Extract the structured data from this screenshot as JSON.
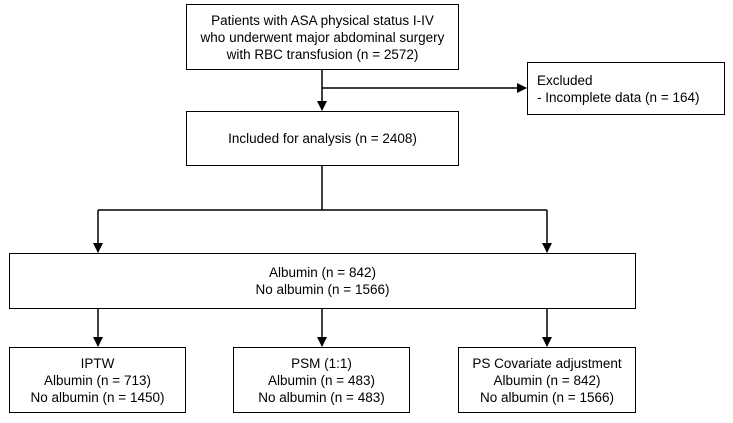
{
  "boxes": {
    "eligible": {
      "lines": [
        "Patients with ASA physical status I-IV",
        "who underwent major abdominal surgery",
        "with RBC transfusion (n = 2572)"
      ]
    },
    "excluded": {
      "lines": [
        "Excluded",
        "- Incomplete data (n = 164)"
      ]
    },
    "included": {
      "lines": [
        "Included for analysis (n = 2408)"
      ]
    },
    "groups": {
      "lines": [
        "Albumin (n = 842)",
        "No albumin (n = 1566)"
      ]
    },
    "iptw": {
      "lines": [
        "IPTW",
        "Albumin (n = 713)",
        "No albumin (n = 1450)"
      ]
    },
    "psm": {
      "lines": [
        "PSM (1:1)",
        "Albumin (n = 483)",
        "No albumin (n = 483)"
      ]
    },
    "ps_covariate": {
      "lines": [
        "PS Covariate adjustment",
        "Albumin (n = 842)",
        "No albumin (n = 1566)"
      ]
    }
  },
  "colors": {
    "stroke": "#000000",
    "background": "#ffffff"
  }
}
